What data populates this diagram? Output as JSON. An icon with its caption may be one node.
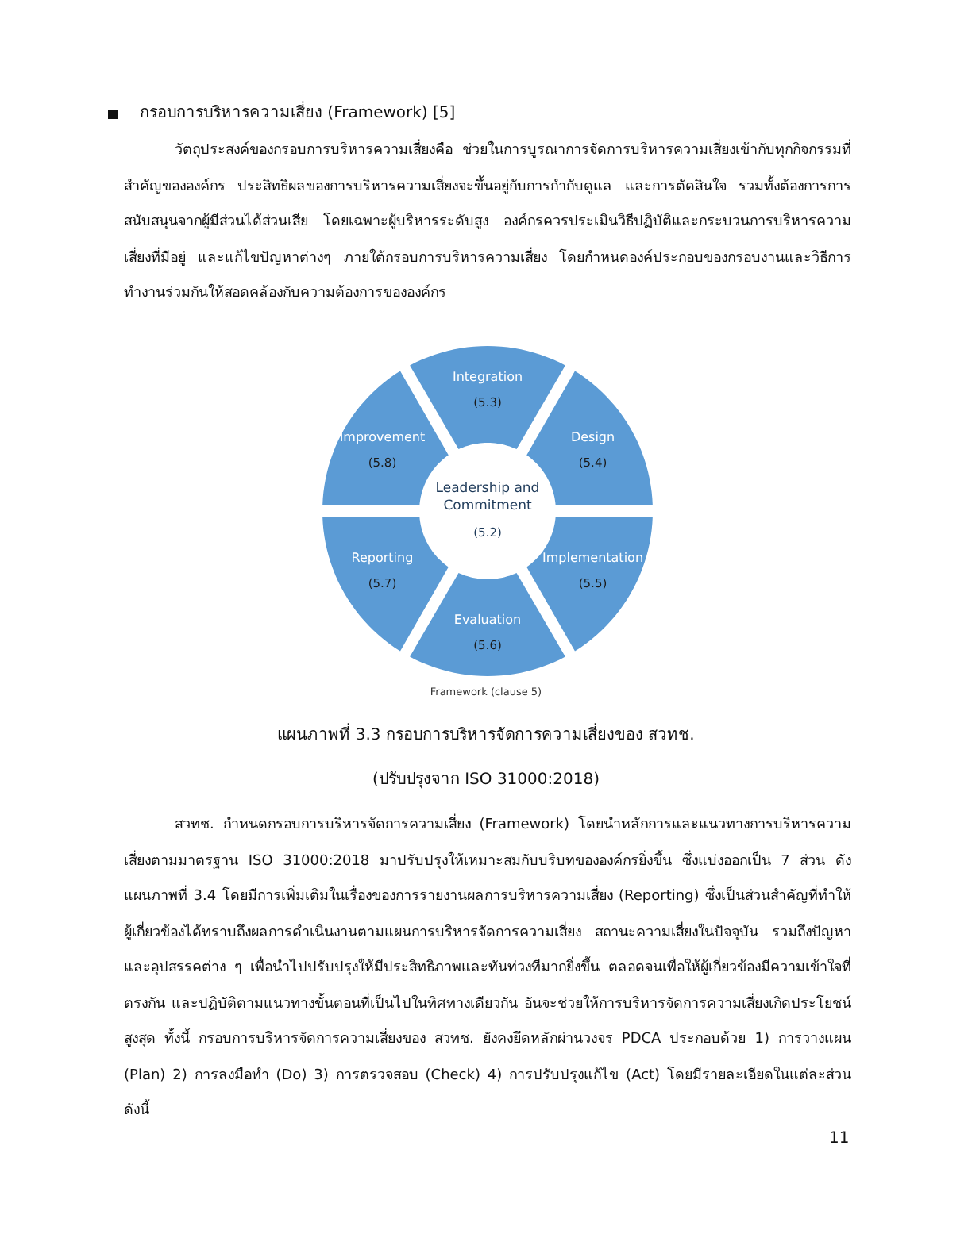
{
  "diagram": {
    "nodes": [
      {
        "text": [
          "Leadership and Commitment",
          "(5.2)"
        ]
      },
      {
        "text": [
          "Integration",
          "(5.3)"
        ]
      },
      {
        "text": [
          "Design",
          "(5.4)"
        ]
      },
      {
        "text": [
          "Implementation",
          "(5.5)"
        ]
      },
      {
        "text": [
          "Evaluation",
          "(5.6)"
        ]
      },
      {
        "text": [
          "Reporting",
          "(5.7)"
        ]
      },
      {
        "text": [
          "Improvement",
          "(5.8)"
        ]
      }
    ],
    "labels": [
      "กรอบการบริหารความเสี่ยง (Framework) [5]",
      "วัตถุประสงค์ของกรอบการบริหารความเสี่ยงคือ ช่วยในการบูรณาการจัดการบริหารความเสี่ยงเข้ากับทุกกิจกรรมที่สำคัญขององค์กร ประสิทธิผลของการบริหารความเสี่ยงจะขึ้นอยู่กับการกำกับดูแล และการตัดสินใจ รวมทั้งต้องการการสนับสนุนจากผู้มีส่วนได้ส่วนเสีย โดยเฉพาะผู้บริหารระดับสูง องค์กรควรประเมินวิธีปฏิบัติและกระบวนการบริหารความเสี่ยงที่มีอยู่ และแก้ไขปัญหาต่างๆ ภายใต้กรอบการบริหารความเสี่ยง โดยกำหนดองค์ประกอบของกรอบงานและวิธีการทำงานร่วมกันให้สอดคล้องกับความต้องการขององค์กร",
      "Framework (clause 5)",
      "แผนภาพที่ 3.3 กรอบการบริหารจัดการความเสี่ยงของ สวทช.",
      "(ปรับปรุงจาก ISO 31000:2018)",
      "สวทช. กำหนดกรอบการบริหารจัดการความเสี่ยง (Framework) โดยนำหลักการและแนวทางการบริหารความเสี่ยงตามมาตรฐาน ISO 31000:2018 มาปรับปรุงให้เหมาะสมกับบริบทขององค์กรยิ่งขึ้น ซึ่งแบ่งออกเป็น 7 ส่วน ดังแผนภาพที่ 3.4 โดยมีการเพิ่มเติมในเรื่องของการรายงานผลการบริหารความเสี่ยง (Reporting) ซึ่งเป็นส่วนสำคัญที่ทำให้ผู้เกี่ยวข้องได้ทราบถึงผลการดำเนินงานตามแผนการบริหารจัดการความเสี่ยง สถานะความเสี่ยงในปัจจุบัน รวมถึงปัญหาและอุปสรรคต่าง ๆ เพื่อนำไปปรับปรุงให้มีประสิทธิภาพและทันท่วงทีมากยิ่งขึ้น ตลอดจนเพื่อให้ผู้เกี่ยวข้องมีความเข้าใจที่ตรงกัน และปฏิบัติตามแนวทางขั้นตอนที่เป็นไปในทิศทางเดียวกัน อันจะช่วยให้การบริหารจัดการความเสี่ยงเกิดประโยชน์สูงสุด ทั้งนี้ กรอบการบริหารจัดการความเสี่ยงของ สวทช. ยังคงยึดหลักผ่านวงจร PDCA ประกอบด้วย 1) การวางแผน (Plan) 2) การลงมือทำ (Do) 3) การตรวจสอบ (Check) 4) การปรับปรุงแก้ไข (Act) โดยมีรายละเอียดในแต่ละส่วน ดังนี้",
      "11"
    ]
  }
}
